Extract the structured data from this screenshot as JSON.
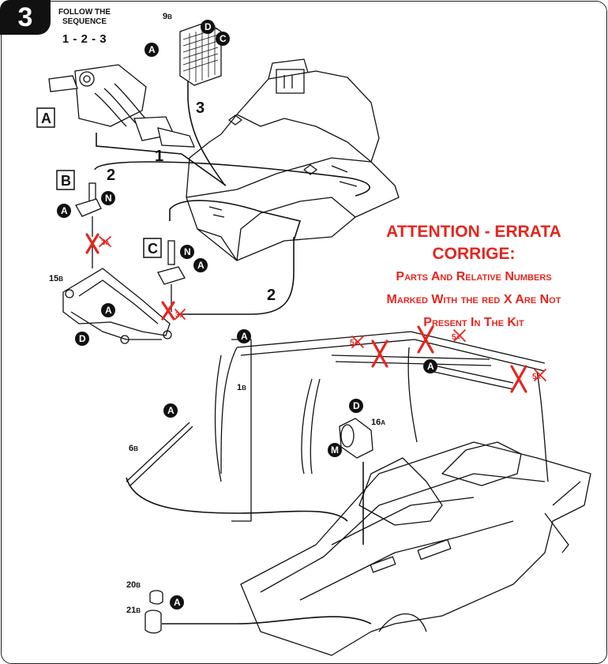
{
  "step": {
    "number": "3"
  },
  "instruction": {
    "follow": "Follow the sequence",
    "sequence": "1 - 2 - 3"
  },
  "subassemblies": [
    "A",
    "B",
    "C"
  ],
  "sequence_marks": [
    "1",
    "2",
    "2",
    "3"
  ],
  "callout_letters": {
    "A": "A",
    "C": "C",
    "D": "D",
    "M": "M",
    "N": "N"
  },
  "parts": {
    "p9b": {
      "num": "9",
      "sub": "B"
    },
    "p15b": {
      "num": "15",
      "sub": "B"
    },
    "p1b": {
      "num": "1",
      "sub": "B"
    },
    "p6b": {
      "num": "6",
      "sub": "B"
    },
    "p16a": {
      "num": "16",
      "sub": "A"
    },
    "p20b": {
      "num": "20",
      "sub": "B"
    },
    "p21b": {
      "num": "21",
      "sub": "B"
    },
    "p5a_1": {
      "num": "5",
      "sub": "A"
    },
    "p5a_2": {
      "num": "5",
      "sub": "A"
    },
    "p5a_3": {
      "num": "5",
      "sub": "A"
    },
    "p3a_b": {
      "num": "3",
      "sub": "A"
    },
    "p3a_c": {
      "num": "3",
      "sub": "A"
    }
  },
  "errata": {
    "title": "ATTENTION - ERRATA CORRIGE:",
    "lines": [
      "Parts And Relative Numbers",
      "Marked With the red X Are Not",
      "Present In The Kit"
    ]
  },
  "colors": {
    "errata_red": "#e4261f",
    "ink": "#111111"
  }
}
